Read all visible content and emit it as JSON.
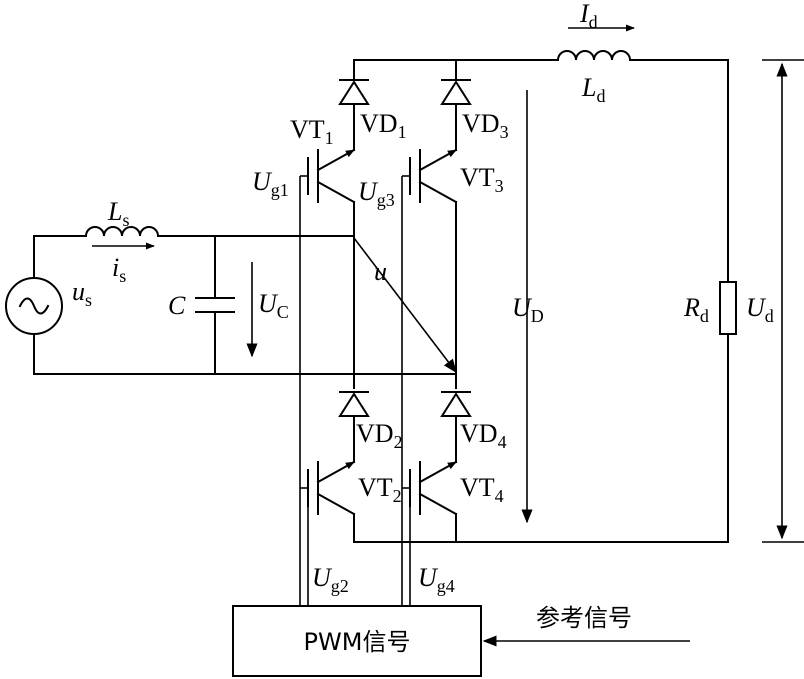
{
  "labels": {
    "current_Id": {
      "main": "I",
      "sub": "d"
    },
    "inductor_Ld": {
      "main": "L",
      "sub": "d"
    },
    "inductor_Ls": {
      "main": "L",
      "sub": "s"
    },
    "current_is": {
      "main": "i",
      "sub": "s"
    },
    "source_us": {
      "main": "u",
      "sub": "s"
    },
    "capacitor_C": "C",
    "voltage_UC": {
      "main": "U",
      "sub": "C"
    },
    "voltage_u": "u",
    "voltage_UD": {
      "main": "U",
      "sub": "D"
    },
    "resistor_Rd": {
      "main": "R",
      "sub": "d"
    },
    "voltage_Ud": {
      "main": "U",
      "sub": "d"
    },
    "vt1": {
      "main": "VT",
      "sub": "1"
    },
    "vt2": {
      "main": "VT",
      "sub": "2"
    },
    "vt3": {
      "main": "VT",
      "sub": "3"
    },
    "vt4": {
      "main": "VT",
      "sub": "4"
    },
    "vd1": {
      "main": "VD",
      "sub": "1"
    },
    "vd2": {
      "main": "VD",
      "sub": "2"
    },
    "vd3": {
      "main": "VD",
      "sub": "3"
    },
    "vd4": {
      "main": "VD",
      "sub": "4"
    },
    "ug1": {
      "main": "U",
      "sub": "g1"
    },
    "ug2": {
      "main": "U",
      "sub": "g2"
    },
    "ug3": {
      "main": "U",
      "sub": "g3"
    },
    "ug4": {
      "main": "U",
      "sub": "g4"
    },
    "pwm_block": "PWM信号",
    "reference": "参考信号"
  }
}
